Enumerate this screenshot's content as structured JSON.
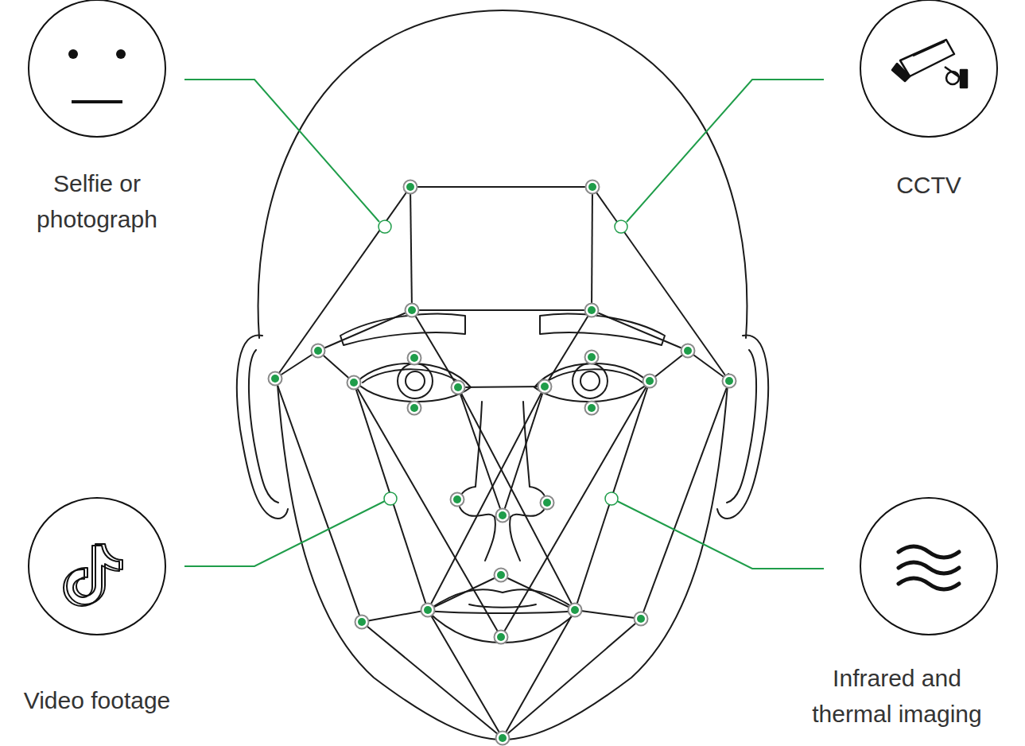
{
  "diagram": {
    "nodes": [
      {
        "text": [
          "Selfie or photograph"
        ]
      },
      {
        "text": [
          "CCTV"
        ]
      },
      {
        "text": [
          "Video footage"
        ]
      },
      {
        "text": [
          "Infrared and thermal imaging"
        ]
      }
    ]
  }
}
